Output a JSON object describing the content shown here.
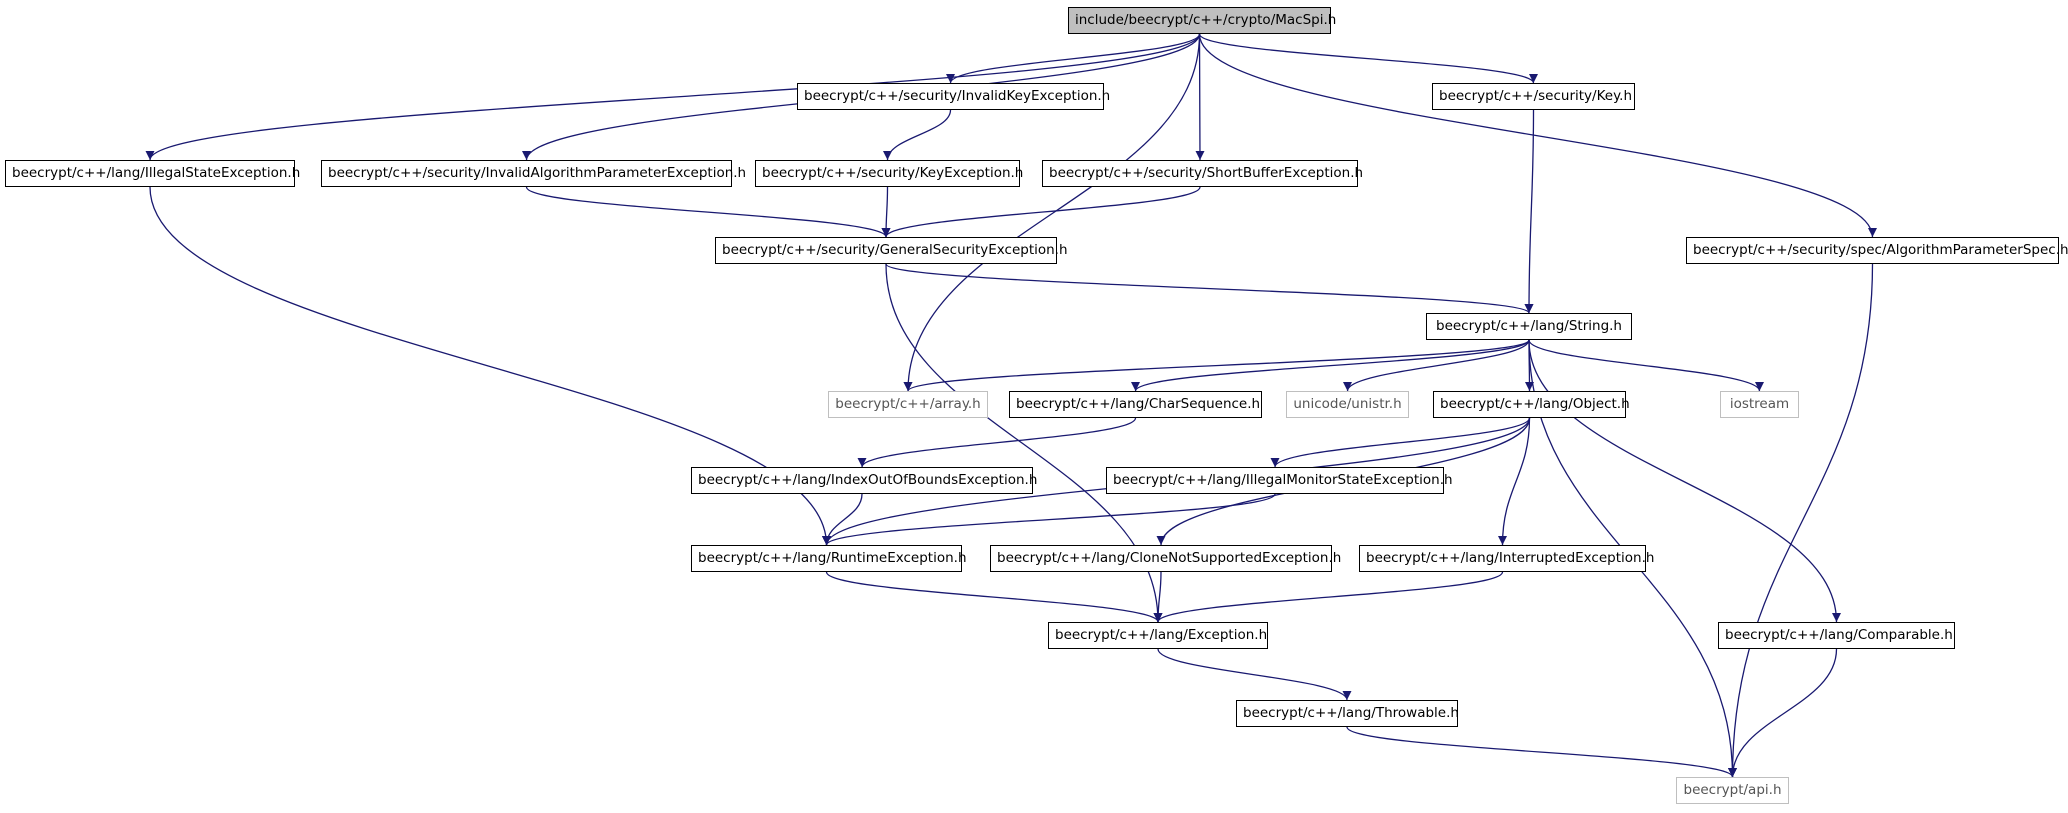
{
  "colors": {
    "edge": "#191970",
    "root_fill": "#bfbfbf",
    "external_border": "#bfbfbf",
    "node_border": "#000000"
  },
  "nodes": {
    "root": "include/beecrypt/c++/crypto/MacSpi.h",
    "illegal_state": "beecrypt/c++/lang/IllegalStateException.h",
    "invalid_alg_param": "beecrypt/c++/security/InvalidAlgorithmParameterException.h",
    "invalid_key": "beecrypt/c++/security/InvalidKeyException.h",
    "key_exception": "beecrypt/c++/security/KeyException.h",
    "short_buffer": "beecrypt/c++/security/ShortBufferException.h",
    "key": "beecrypt/c++/security/Key.h",
    "alg_param_spec": "beecrypt/c++/security/spec/AlgorithmParameterSpec.h",
    "general_security": "beecrypt/c++/security/GeneralSecurityException.h",
    "string": "beecrypt/c++/lang/String.h",
    "array": "beecrypt/c++/array.h",
    "char_sequence": "beecrypt/c++/lang/CharSequence.h",
    "unistr": "unicode/unistr.h",
    "object": "beecrypt/c++/lang/Object.h",
    "iostream": "iostream",
    "index_out_of_bounds": "beecrypt/c++/lang/IndexOutOfBoundsException.h",
    "illegal_monitor": "beecrypt/c++/lang/IllegalMonitorStateException.h",
    "runtime": "beecrypt/c++/lang/RuntimeException.h",
    "clone_not_supported": "beecrypt/c++/lang/CloneNotSupportedException.h",
    "interrupted": "beecrypt/c++/lang/InterruptedException.h",
    "exception": "beecrypt/c++/lang/Exception.h",
    "comparable": "beecrypt/c++/lang/Comparable.h",
    "throwable": "beecrypt/c++/lang/Throwable.h",
    "api": "beecrypt/api.h"
  },
  "edges": [
    [
      "root",
      "illegal_state"
    ],
    [
      "root",
      "invalid_alg_param"
    ],
    [
      "root",
      "invalid_key"
    ],
    [
      "root",
      "short_buffer"
    ],
    [
      "root",
      "array"
    ],
    [
      "root",
      "key"
    ],
    [
      "root",
      "alg_param_spec"
    ],
    [
      "invalid_key",
      "key_exception"
    ],
    [
      "key_exception",
      "general_security"
    ],
    [
      "invalid_alg_param",
      "general_security"
    ],
    [
      "short_buffer",
      "general_security"
    ],
    [
      "general_security",
      "string"
    ],
    [
      "general_security",
      "exception"
    ],
    [
      "key",
      "string"
    ],
    [
      "illegal_state",
      "runtime"
    ],
    [
      "alg_param_spec",
      "api"
    ],
    [
      "string",
      "array"
    ],
    [
      "string",
      "char_sequence"
    ],
    [
      "string",
      "unistr"
    ],
    [
      "string",
      "object"
    ],
    [
      "string",
      "iostream"
    ],
    [
      "string",
      "api"
    ],
    [
      "string",
      "comparable"
    ],
    [
      "char_sequence",
      "index_out_of_bounds"
    ],
    [
      "index_out_of_bounds",
      "runtime"
    ],
    [
      "object",
      "runtime"
    ],
    [
      "object",
      "illegal_monitor"
    ],
    [
      "object",
      "clone_not_supported"
    ],
    [
      "object",
      "interrupted"
    ],
    [
      "illegal_monitor",
      "runtime"
    ],
    [
      "runtime",
      "exception"
    ],
    [
      "clone_not_supported",
      "exception"
    ],
    [
      "interrupted",
      "exception"
    ],
    [
      "exception",
      "throwable"
    ],
    [
      "throwable",
      "api"
    ],
    [
      "comparable",
      "api"
    ]
  ]
}
